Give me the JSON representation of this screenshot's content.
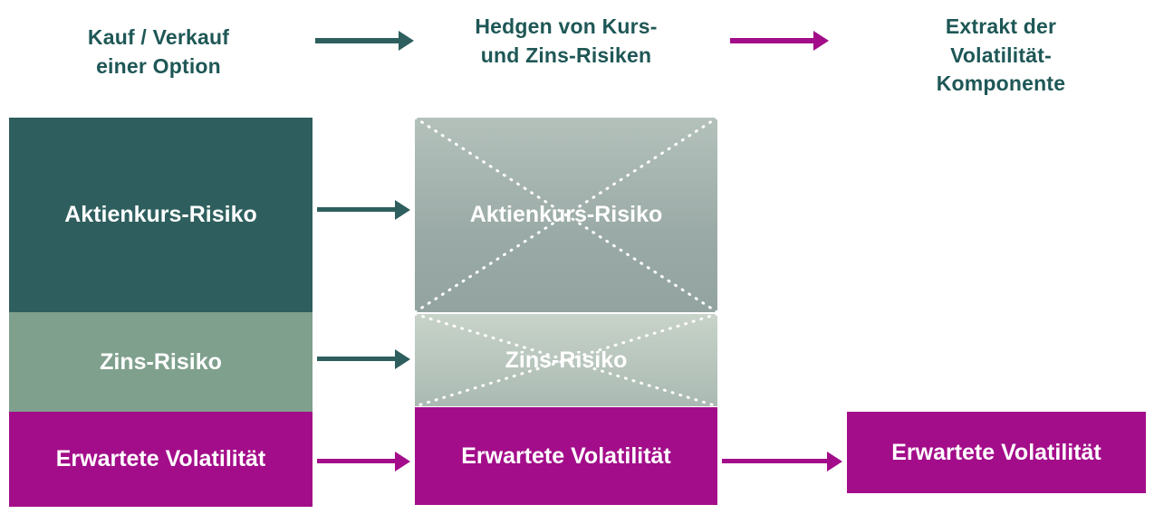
{
  "colors": {
    "dark_teal": "#2e5f5e",
    "sage_green": "#7fa08d",
    "magenta": "#a30d8a",
    "header_text": "#1e5756",
    "hedged_block_gray": "#9aaaa6",
    "hedged_block_light": "#c8d3c9",
    "cross_dots": "#ffffff"
  },
  "flow_headers": {
    "step1": "Kauf / Verkauf\neiner Option",
    "step2": "Hedgen von Kurs-\nund Zins-Risiken",
    "step3": "Extrakt der\nVolatilität-\nKomponente"
  },
  "left_stack": {
    "aktienkurs": "Aktienkurs-Risiko",
    "zins": "Zins-Risiko",
    "volatilitaet": "Erwartete Volatilität"
  },
  "middle_stack": {
    "aktienkurs": "Aktienkurs-Risiko",
    "zins": "Zins-Risiko",
    "volatilitaet": "Erwartete Volatilität"
  },
  "right_stack": {
    "volatilitaet": "Erwartete Volatilität"
  }
}
